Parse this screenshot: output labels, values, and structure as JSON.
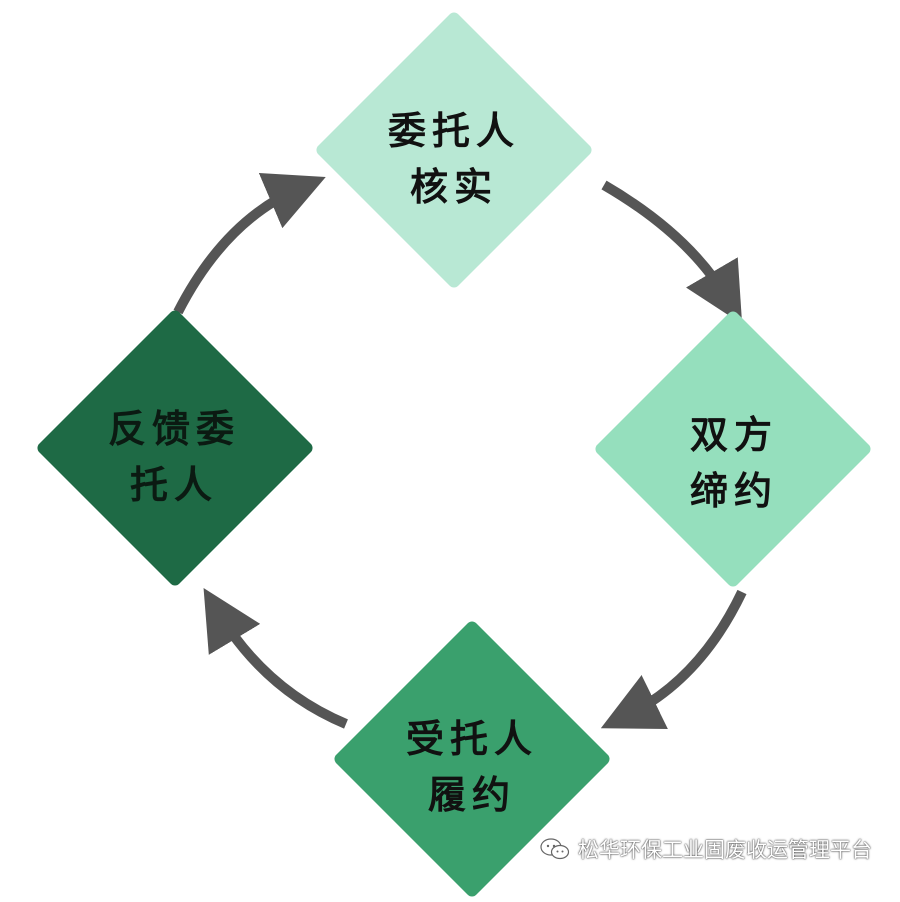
{
  "nodes": {
    "top": {
      "line1": "委托人",
      "line2": "核实",
      "color": "#b8e8d4"
    },
    "right": {
      "line1": "双方",
      "line2": "缔约",
      "color": "#95dfbd"
    },
    "bottom": {
      "line1": "受托人",
      "line2": "履约",
      "color": "#3aa06d"
    },
    "left": {
      "line1": "反馈委",
      "line2": "托人",
      "color": "#1e6a45"
    }
  },
  "arrow_color": "#555555",
  "watermark": {
    "icon": "wechat-icon",
    "text": "松华环保工业固废收运管理平台"
  }
}
